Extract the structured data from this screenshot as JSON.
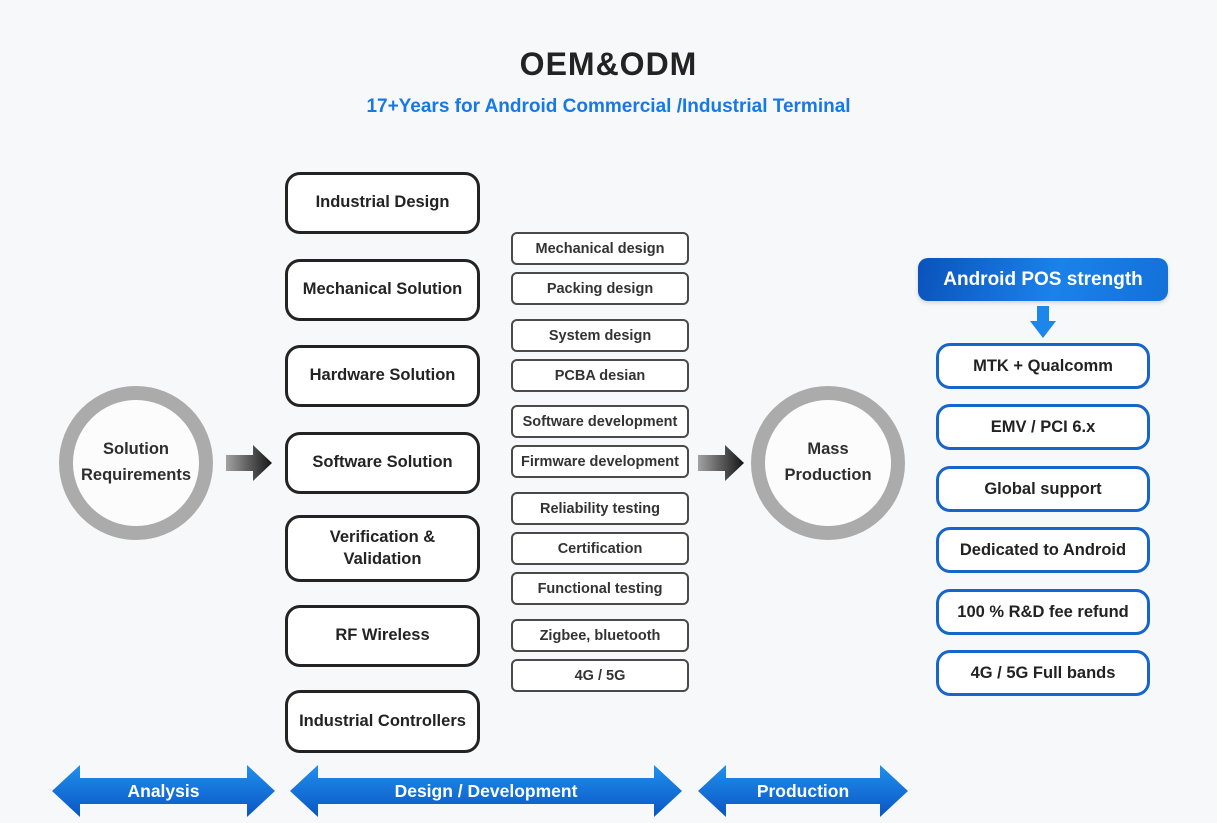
{
  "header": {
    "title": "OEM&ODM",
    "subtitle": "17+Years for Android Commercial /Industrial Terminal"
  },
  "flow": {
    "start_circle": {
      "line1": "Solution",
      "line2": "Requirements"
    },
    "end_circle": {
      "line1": "Mass",
      "line2": "Production"
    }
  },
  "solution_stages": {
    "items": [
      "Industrial Design",
      "Mechanical Solution",
      "Hardware Solution",
      "Software Solution",
      "Verification & Validation",
      "RF Wireless",
      "Industrial Controllers"
    ]
  },
  "detail_tasks": {
    "items": [
      "Mechanical design",
      "Packing design",
      "System design",
      "PCBA desian",
      "Software development",
      "Firmware development",
      "Reliability testing",
      "Certification",
      "Functional testing",
      "Zigbee, bluetooth",
      "4G / 5G"
    ]
  },
  "pos_strength": {
    "title": "Android POS strength",
    "items": [
      "MTK + Qualcomm",
      "EMV / PCI 6.x",
      "Global support",
      "Dedicated to Android",
      "100 % R&D fee refund",
      "4G / 5G Full bands"
    ]
  },
  "phases": {
    "items": [
      "Analysis",
      "Design / Development",
      "Production"
    ]
  },
  "colors": {
    "background": "#f7f8f9",
    "accent_blue": "#1778e8",
    "deep_blue": "#0a55c2",
    "pos_border_blue": "#1566cb",
    "stage_border_dark": "#232323",
    "ring_gray": "#ababab"
  }
}
